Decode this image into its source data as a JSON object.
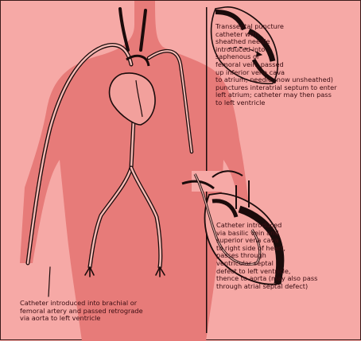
{
  "figure": {
    "palette": {
      "background": "#f6a9a6",
      "body_silhouette": "#e77b79",
      "body_shadow": "#df6f6d",
      "ink": "#1b0b0b",
      "text": "#3b0d12"
    },
    "captions": {
      "transseptal": "Transseptal puncture\ncatheter with\nsheathed needle\nintroduced into\nsaphenous or\nfemoral vein, passed\nup inferior vena cava\nto atrium; needle (now unsheathed)\npunctures interatrial septum to enter\nleft atrium; catheter may then pass\nto left ventricle",
      "basilic": "Catheter introduced\nvia basilic vein and\nsuperior vena cava\nto right side of heart,\npasses through\nventricular septal\ndefect to left ventricle,\nthence to aorta (may also pass\nthrough atrial septal defect)",
      "brachial": "Catheter introduced into brachial or\nfemoral artery and passed retrograde\nvia aorta to left ventricle"
    }
  }
}
